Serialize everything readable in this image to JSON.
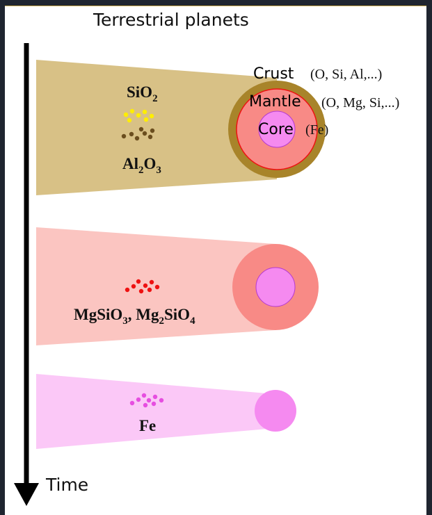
{
  "title": "Terrestrial planets",
  "axis": {
    "label": "Time"
  },
  "stage1": {
    "compounds": {
      "sio2": {
        "base": "SiO",
        "sub": "2"
      },
      "al2o3": {
        "a": "Al",
        "a_sub": "2",
        "b": "O",
        "b_sub": "3"
      }
    },
    "layers": {
      "crust": {
        "label": "Crust",
        "composition": "(O, Si, Al,...)"
      },
      "mantle": {
        "label": "Mantle",
        "composition": "(O, Mg, Si,...)"
      },
      "core": {
        "label": "Core",
        "composition": "(Fe)"
      }
    }
  },
  "stage2": {
    "compounds": {
      "p1": "MgSiO",
      "p1_sub": "3",
      "sep": ", ",
      "p2a": "Mg",
      "p2a_sub": "2",
      "p2b": "SiO",
      "p2b_sub": "4"
    }
  },
  "stage3": {
    "compound": "Fe"
  },
  "colors": {
    "frame_background": "#1f2530",
    "crust_band": "#d8c186",
    "crust_ring": "#a8842a",
    "mantle": "#f88a86",
    "mantle_band": "#fbc5c1",
    "mantle_ring_edge": "#ee1111",
    "core": "#f58af0",
    "core_band": "#fbc8f7",
    "core_edge": "#b33ad0",
    "sio2_particles": "#ffee00",
    "al2o3_particles": "#6b4e1e",
    "silicate_particles": "#ee1111",
    "fe_particles": "#e64ee0"
  }
}
